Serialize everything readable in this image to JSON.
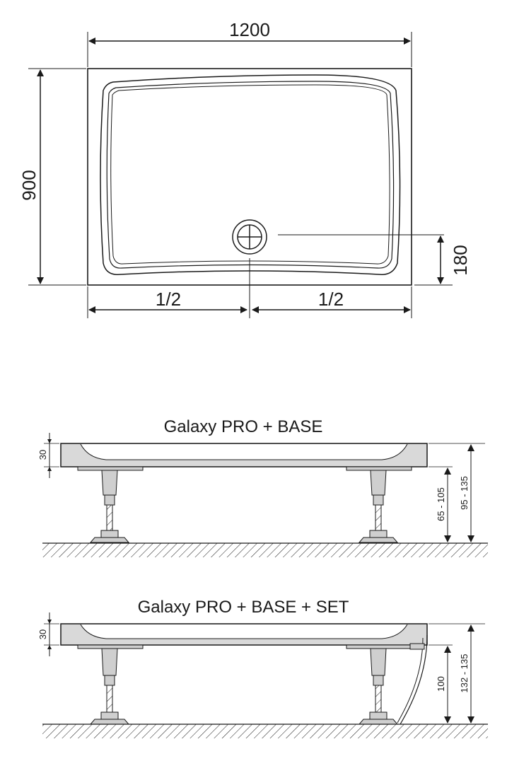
{
  "top_view": {
    "width_label": "1200",
    "depth_label": "900",
    "drain_offset_label": "180",
    "half_left_label": "1/2",
    "half_right_label": "1/2"
  },
  "side_view_base": {
    "title": "Galaxy PRO + BASE",
    "tray_height_label": "30",
    "leg_height_label": "65 - 105",
    "total_height_label": "95 - 135"
  },
  "side_view_set": {
    "title": "Galaxy PRO + BASE + SET",
    "tray_height_label": "30",
    "leg_height_label": "100",
    "total_height_label": "132 - 135"
  },
  "colors": {
    "line": "#1a1a1a",
    "tray_fill": "#d9d9d9",
    "leg_fill": "#cfcfcf"
  }
}
